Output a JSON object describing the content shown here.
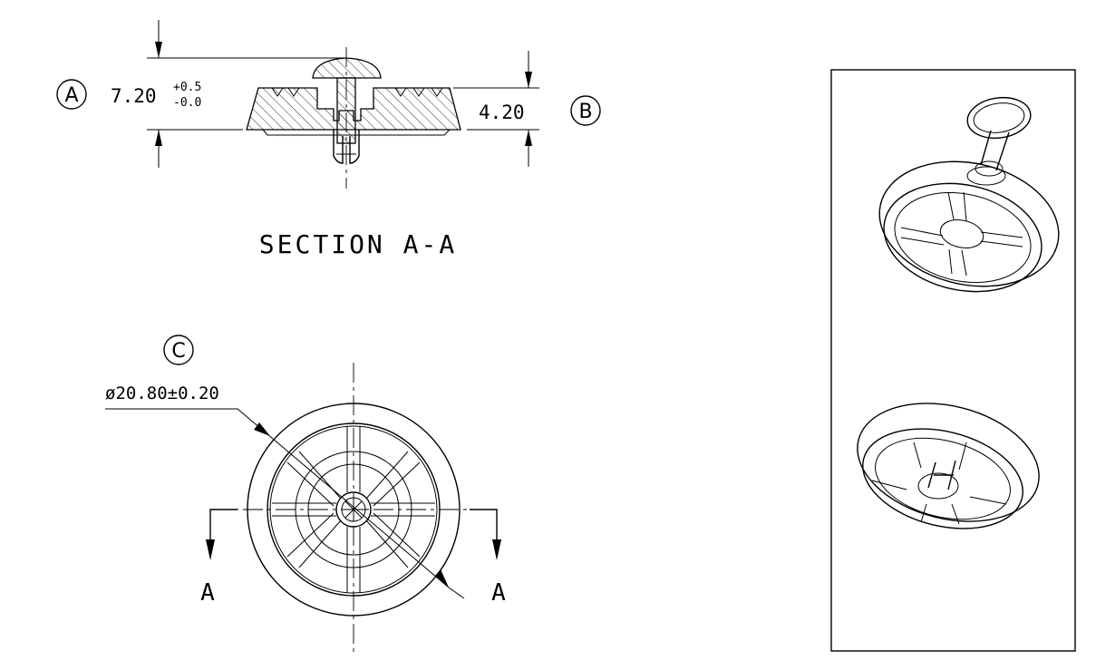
{
  "section_view": {
    "callout_a": "A",
    "height_value": "7.20",
    "tol_upper": "+0.5",
    "tol_lower": "-0.0",
    "callout_b": "B",
    "depth_value": "4.20",
    "caption": "SECTION A-A"
  },
  "plan_view": {
    "callout_c": "C",
    "diameter_label": "ø20.80±0.20",
    "cut_label_left": "A",
    "cut_label_right": "A"
  }
}
